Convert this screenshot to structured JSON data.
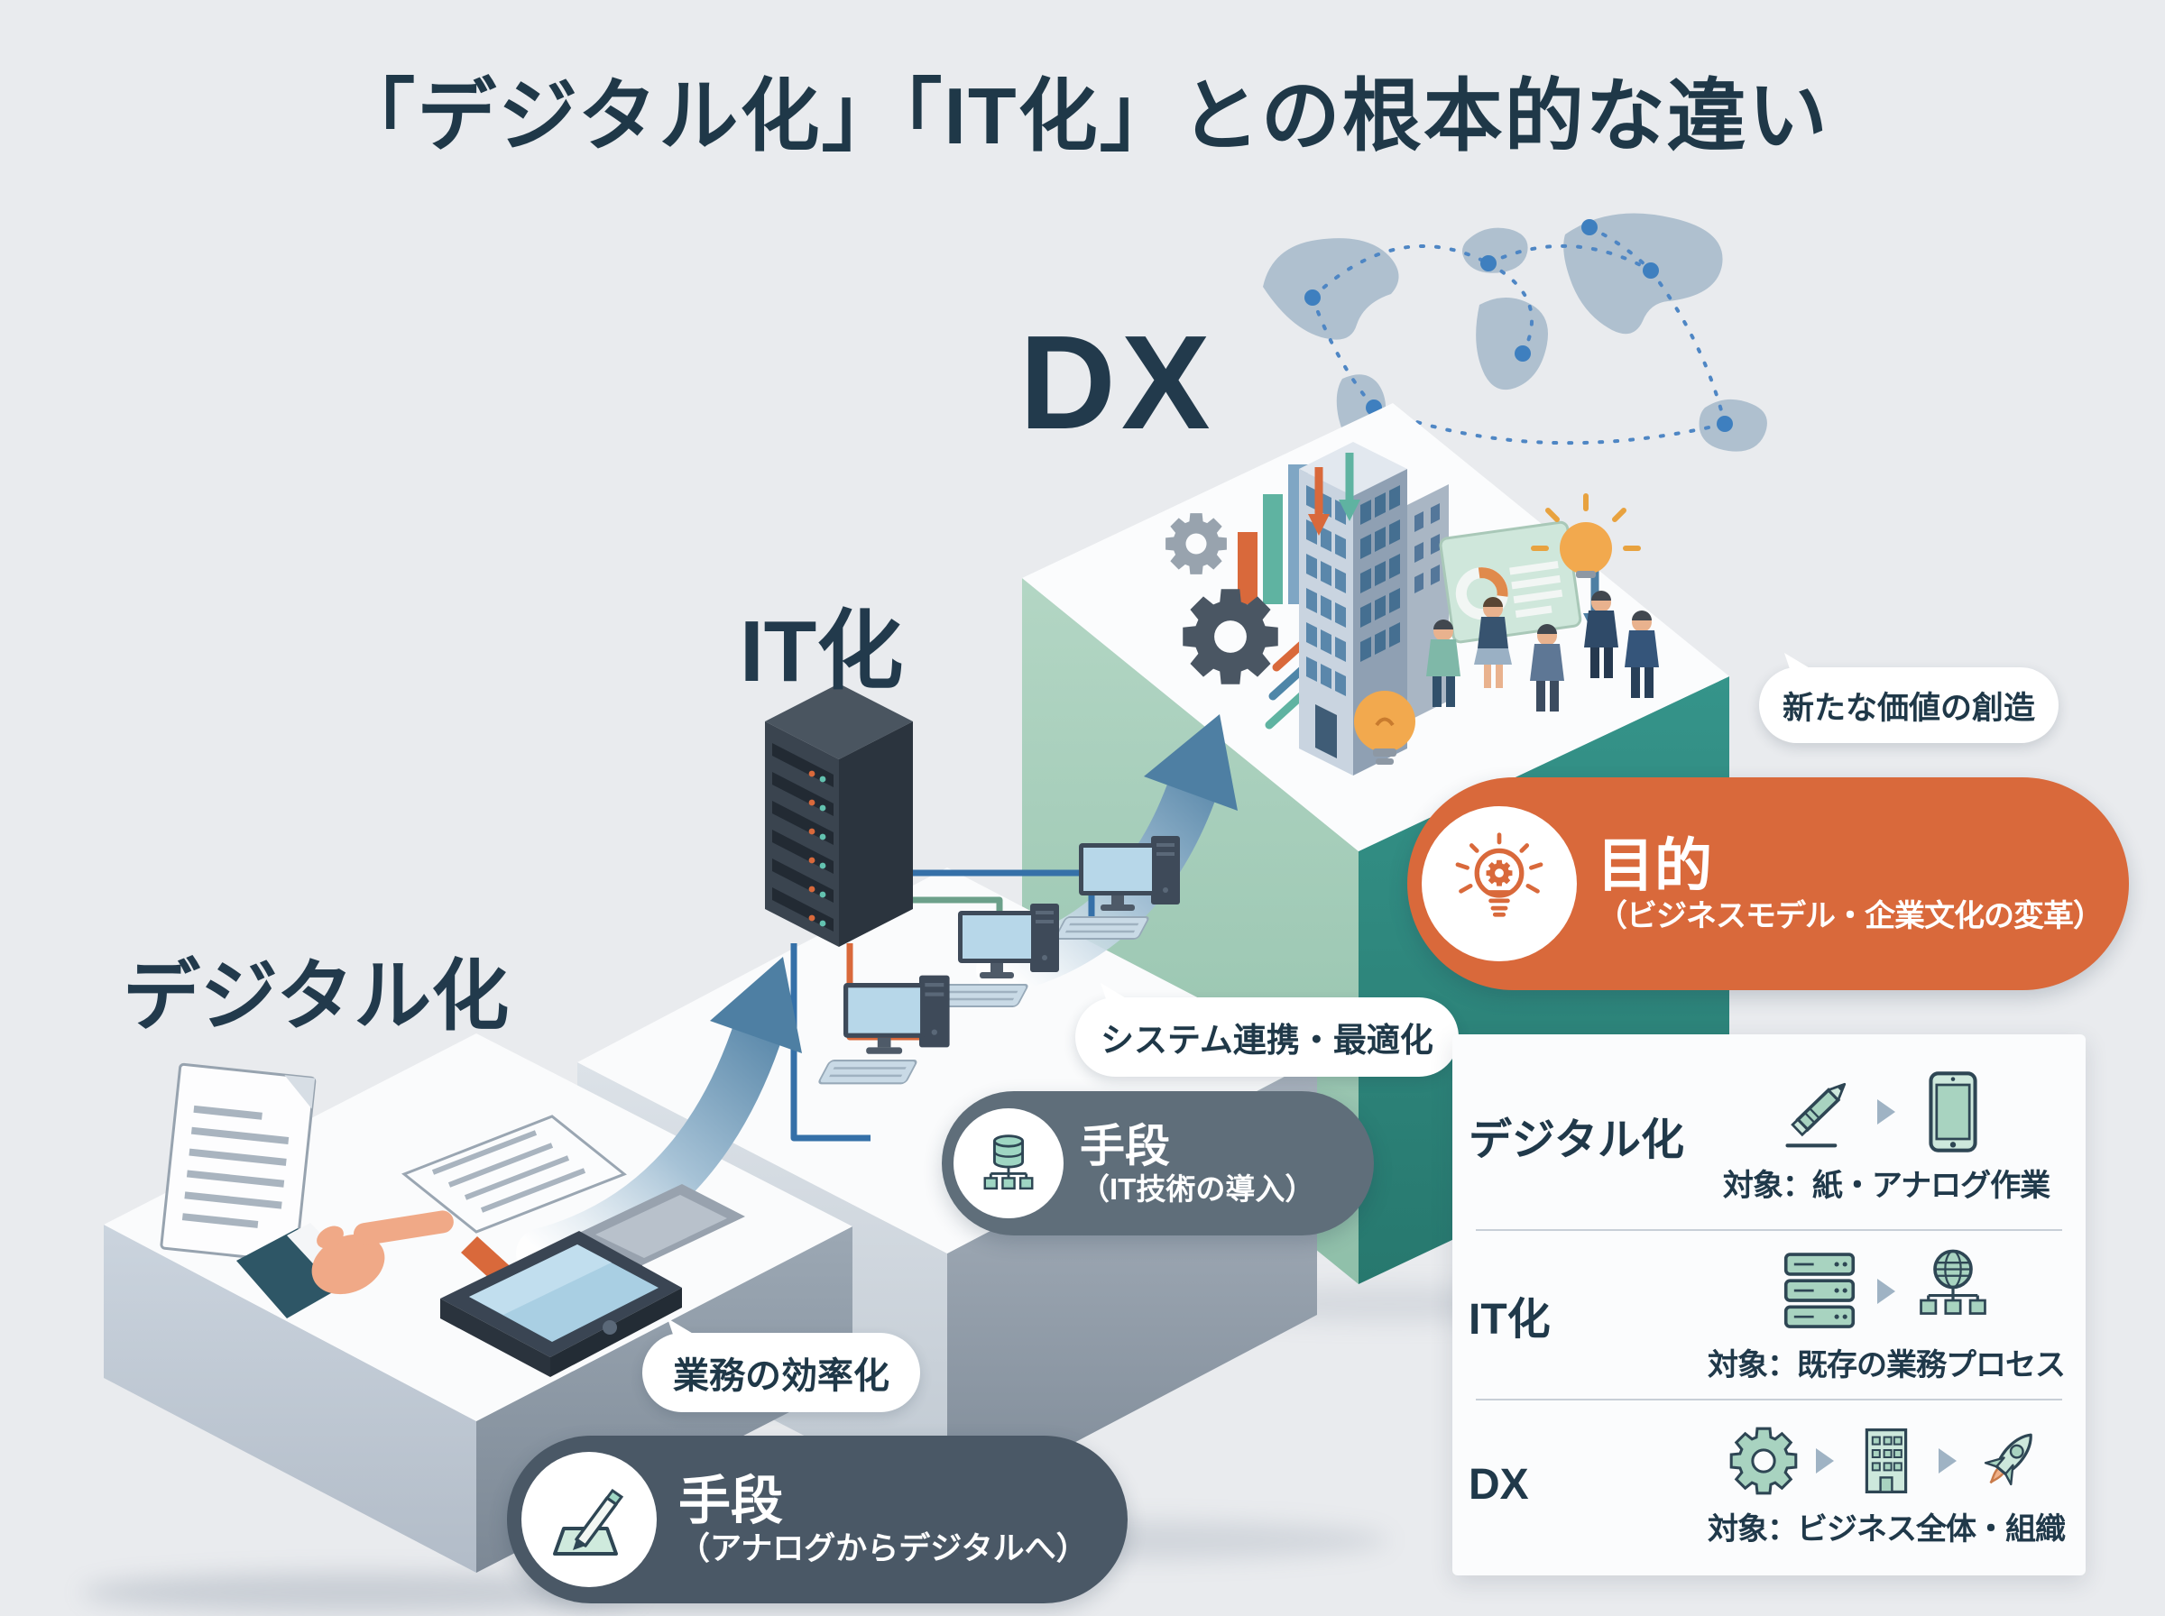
{
  "title": "「デジタル化」「IT化」との根本的な違い",
  "steps": {
    "digital": {
      "label": "デジタル化",
      "bubble": "業務の効率化",
      "badge": {
        "title": "手段",
        "subtitle": "（アナログからデジタルへ）"
      }
    },
    "it": {
      "label": "IT化",
      "bubble": "システム連携・最適化",
      "badge": {
        "title": "手段",
        "subtitle": "（IT技術の導入）"
      }
    },
    "dx": {
      "label": "DX",
      "bubble": "新たな価値の創造",
      "badge": {
        "title": "目的",
        "subtitle": "（ビジネスモデル・企業文化の変革）"
      }
    }
  },
  "legend": {
    "rows": [
      {
        "label": "デジタル化",
        "target": "対象：紙・アナログ作業"
      },
      {
        "label": "IT化",
        "target": "対象：既存の業務プロセス"
      },
      {
        "label": "DX",
        "target": "対象：ビジネス全体・組織"
      }
    ]
  },
  "icons": {
    "digital_badge": "pencil-pad-icon",
    "it_badge": "database-network-icon",
    "dx_badge": "lightbulb-gear-icon",
    "legend_digital": [
      "pencil-icon",
      "tablet-icon"
    ],
    "legend_it": [
      "server-stack-icon",
      "globe-network-icon"
    ],
    "legend_dx": [
      "gear-icon",
      "building-icon",
      "rocket-icon"
    ]
  },
  "colors": {
    "background": "#E9EBEE",
    "title_text": "#1F3848",
    "accent_orange": "#D9693B",
    "badge_slate_dark": "#4A5866",
    "badge_slate": "#5F6E7A",
    "dx_teal": "#2F8D80",
    "dx_sage": "#A5CDBA",
    "arrow_blue": "#4E7FA3",
    "icon_teal": "#A8D3C0"
  }
}
